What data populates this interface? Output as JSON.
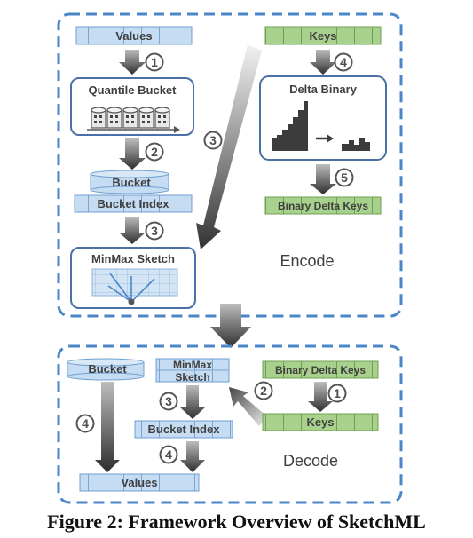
{
  "encode": {
    "values_label": "Values",
    "keys_label": "Keys",
    "quantile_bucket_label": "Quantile Bucket",
    "delta_binary_label": "Delta Binary",
    "bucket_label": "Bucket",
    "bucket_index_label": "Bucket Index",
    "binary_delta_keys_label": "Binary Delta Keys",
    "minmax_sketch_label": "MinMax Sketch",
    "panel_title": "Encode",
    "steps": [
      "1",
      "2",
      "3",
      "3",
      "4",
      "5"
    ]
  },
  "decode": {
    "bucket_label": "Bucket",
    "minmax_line1": "MinMax",
    "minmax_line2": "Sketch",
    "binary_delta_keys_label": "Binary Delta Keys",
    "keys_label": "Keys",
    "bucket_index_label": "Bucket Index",
    "values_label": "Values",
    "panel_title": "Decode",
    "steps": [
      "4",
      "3",
      "2",
      "1",
      "4"
    ]
  },
  "caption": "Figure 2: Framework Overview of SketchML",
  "colors": {
    "panel_border": "#4a86c8",
    "blue_fill": "#c5dcf2",
    "blue_stroke": "#6f9fd0",
    "green_fill": "#a9d18e",
    "green_stroke": "#70a050",
    "arrow": "#3c3c3c"
  }
}
